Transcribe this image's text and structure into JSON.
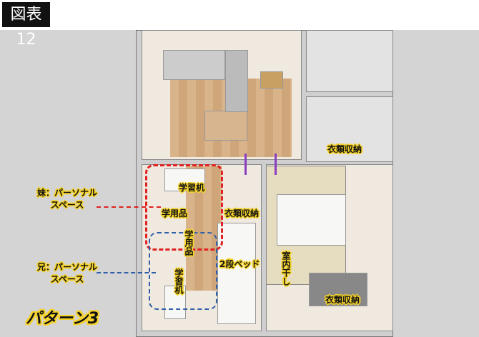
{
  "figure_label": "図表12",
  "pattern_title": "パターン3",
  "callouts": {
    "sister": "妹：パーソナルスペース",
    "sister_line1": "妹：パーソナル",
    "sister_line2": "スペース",
    "brother_line1": "兄：パーソナル",
    "brother_line2": "スペース"
  },
  "labels": {
    "closet_top": "衣類収納",
    "desk_sister": "学習机",
    "supplies_sister": "学用品",
    "closet_middle": "衣類収納",
    "supplies_brother": "学用品",
    "desk_brother": "学習机",
    "bunk_bed": "2段ベッド",
    "indoor_drying": "室内干し",
    "closet_bottom": "衣類収納"
  },
  "colors": {
    "sister_zone": "#e02020",
    "brother_zone": "#2f5fa8",
    "arrow": "#8a3fc0",
    "label_highlight": "#f5d22a"
  }
}
